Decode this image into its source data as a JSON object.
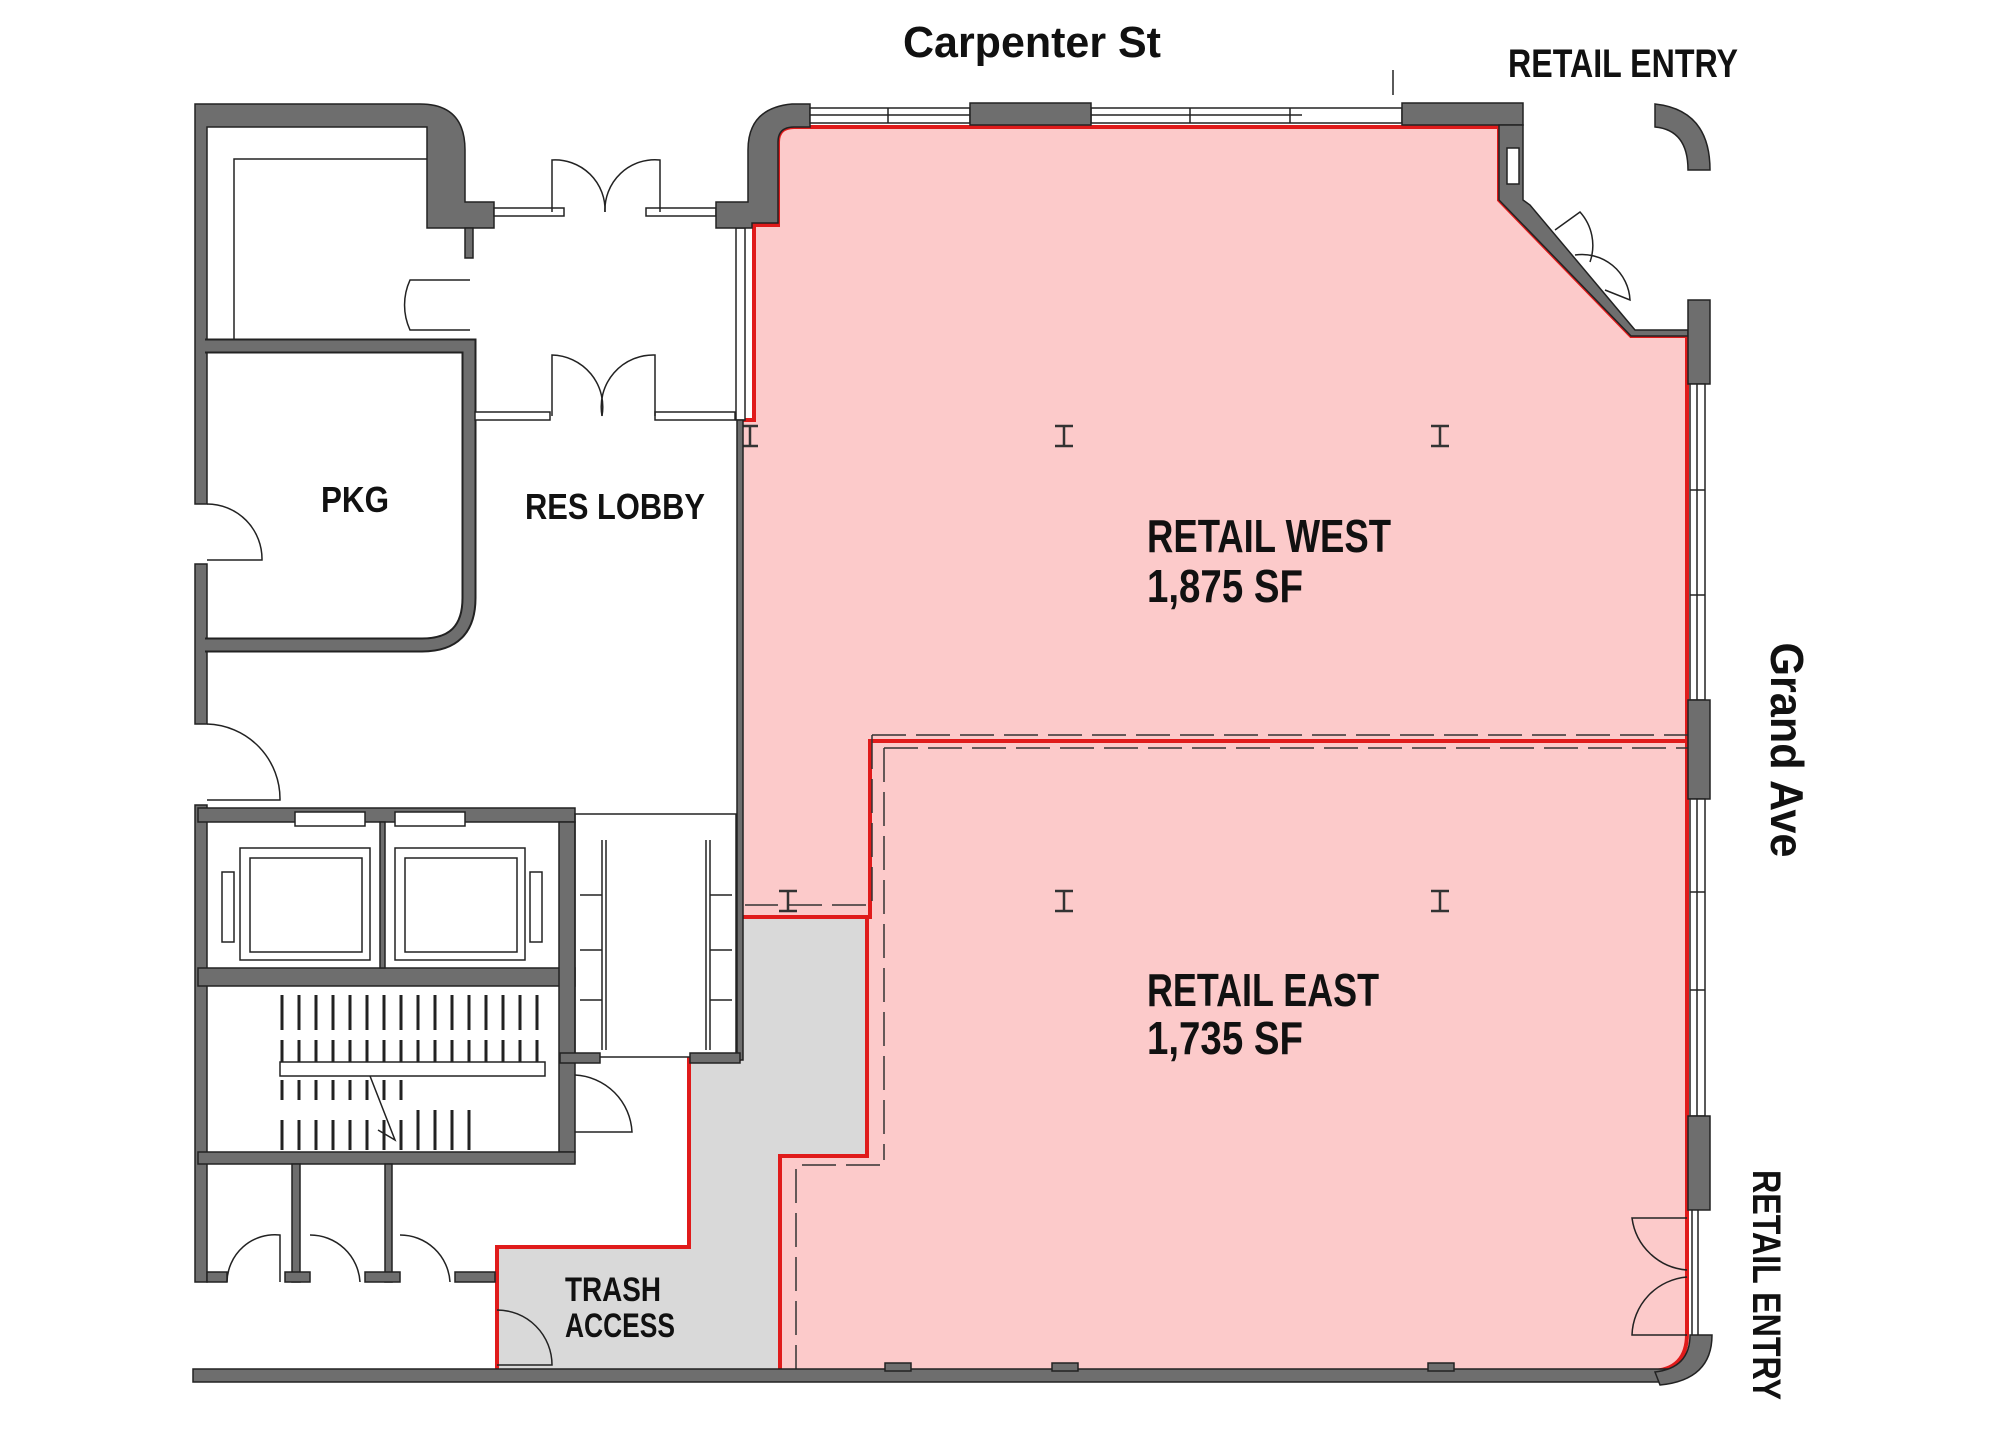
{
  "streets": {
    "north": "Carpenter St",
    "east": "Grand Ave"
  },
  "entries": {
    "north_entry": "RETAIL ENTRY",
    "east_entry": "RETAIL ENTRY"
  },
  "rooms": {
    "pkg": "PKG",
    "res_lobby": "RES LOBBY",
    "trash_line1": "TRASH",
    "trash_line2": "ACCESS",
    "retail_west": {
      "name": "RETAIL WEST",
      "area": "1,875 SF"
    },
    "retail_east": {
      "name": "RETAIL EAST",
      "area": "1,735 SF"
    }
  },
  "colors": {
    "retail_fill": "#fccaca",
    "retail_outline": "#e01b1b",
    "trash_fill": "#d9d9d9",
    "wall": "#6e6e6e"
  }
}
